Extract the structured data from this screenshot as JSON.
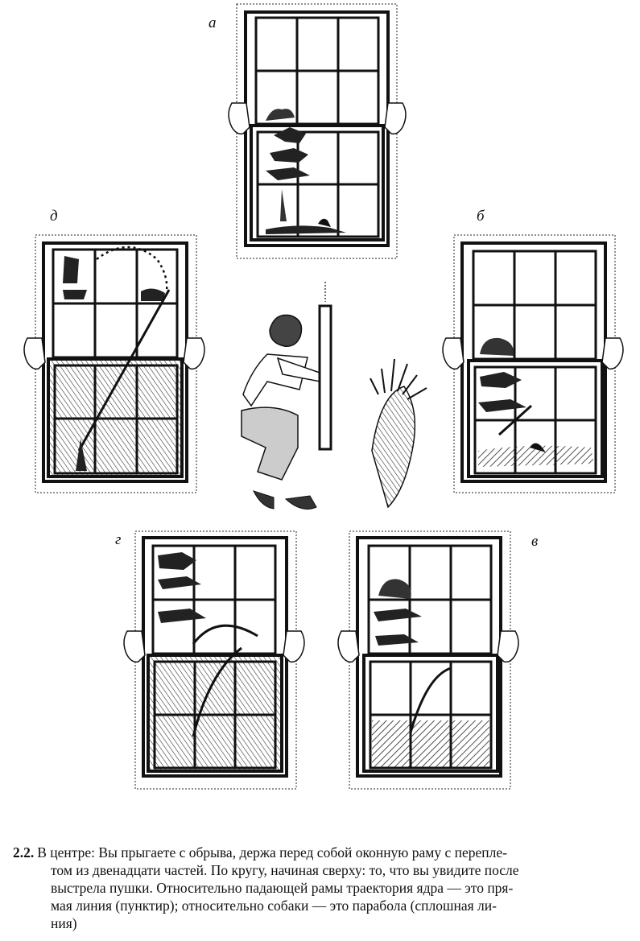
{
  "figure": {
    "panel_labels": {
      "a": "а",
      "b": "б",
      "v": "в",
      "g": "г",
      "d": "д"
    },
    "caption": {
      "number": "2.2.",
      "lines": [
        "В центре: Вы прыгаете с обрыва, держа перед собой оконную раму с перепле-",
        "том из двенадцати частей. По кругу, начиная сверху: то, что вы увидите после",
        "выстрела пушки. Относительно падающей рамы траектория ядра — это пря-",
        "мая линия (пунктир); относительно собаки — это парабола (сплошная ли-",
        "ния)"
      ]
    }
  }
}
